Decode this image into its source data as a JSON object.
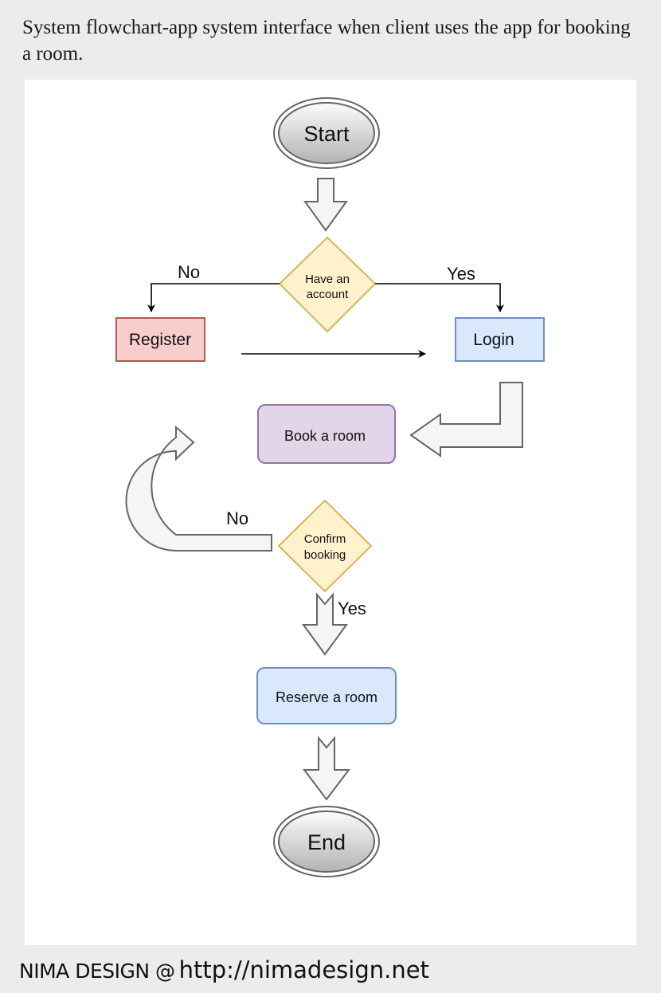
{
  "caption": "System flowchart-app system interface when client uses the app for booking a room.",
  "diagram": {
    "start": "Start",
    "have_account": [
      "Have an",
      "account"
    ],
    "no_label_1": "No",
    "yes_label_1": "Yes",
    "register": "Register",
    "login": "Login",
    "book_room": "Book a room",
    "no_label_2": "No",
    "confirm_booking": [
      "Confirm",
      "booking"
    ],
    "yes_label_2": "Yes",
    "reserve_room": "Reserve a room",
    "end": "End"
  },
  "colors": {
    "decision_fill": "#fff2cc",
    "decision_stroke": "#d6b656",
    "register_fill": "#f8cecc",
    "register_stroke": "#b85450",
    "login_fill": "#dae8fc",
    "login_stroke": "#6c8ebf",
    "book_fill": "#e1d5e7",
    "book_stroke": "#9673a6",
    "arrow_fill": "#f5f5f5",
    "arrow_stroke": "#666666"
  },
  "footer": {
    "brand": "NIMA DESIGN @",
    "url": "http://nimadesign.net"
  }
}
